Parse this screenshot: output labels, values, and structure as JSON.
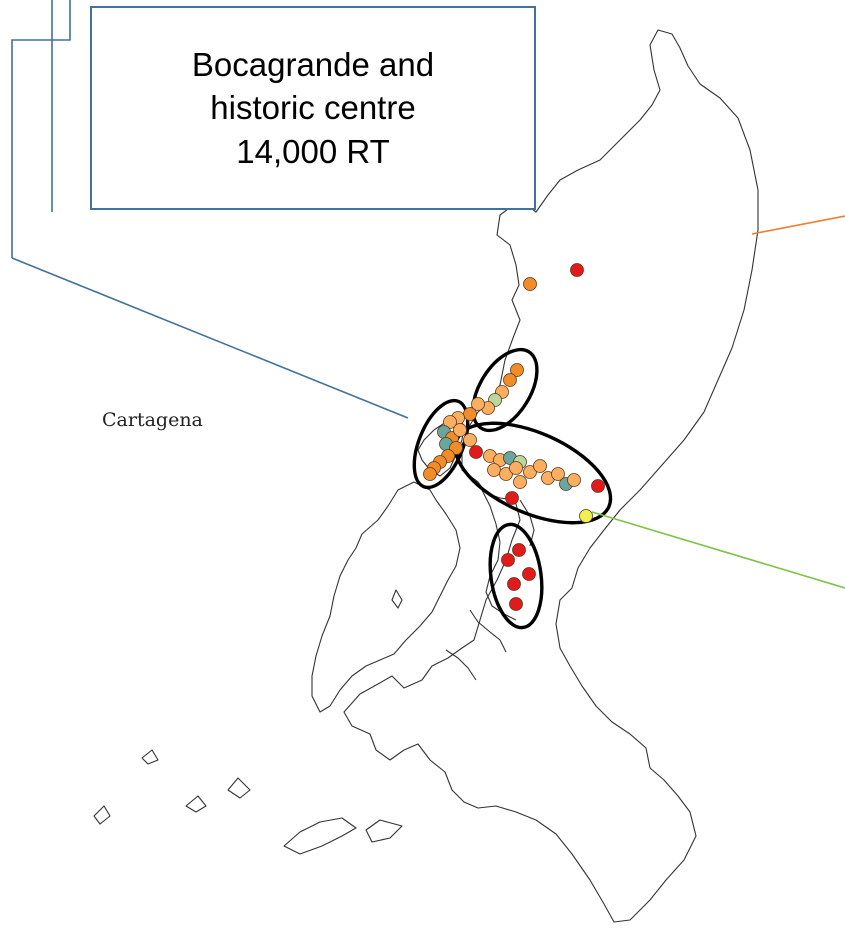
{
  "callout": {
    "line1": "Bocagrande and",
    "line2": "historic centre",
    "line3": "14,000 RT"
  },
  "city_label": "Cartagena",
  "colors": {
    "callout_border": "#41719c",
    "orange_leader": "#ed7d31",
    "green_leader": "#7fc241",
    "point_red": "#e31a1c",
    "point_orange": "#f28c28",
    "point_light_orange": "#fdae61",
    "point_teal": "#6ba5a0",
    "point_pale_green": "#b8d8a0",
    "point_yellow": "#f0f050"
  }
}
